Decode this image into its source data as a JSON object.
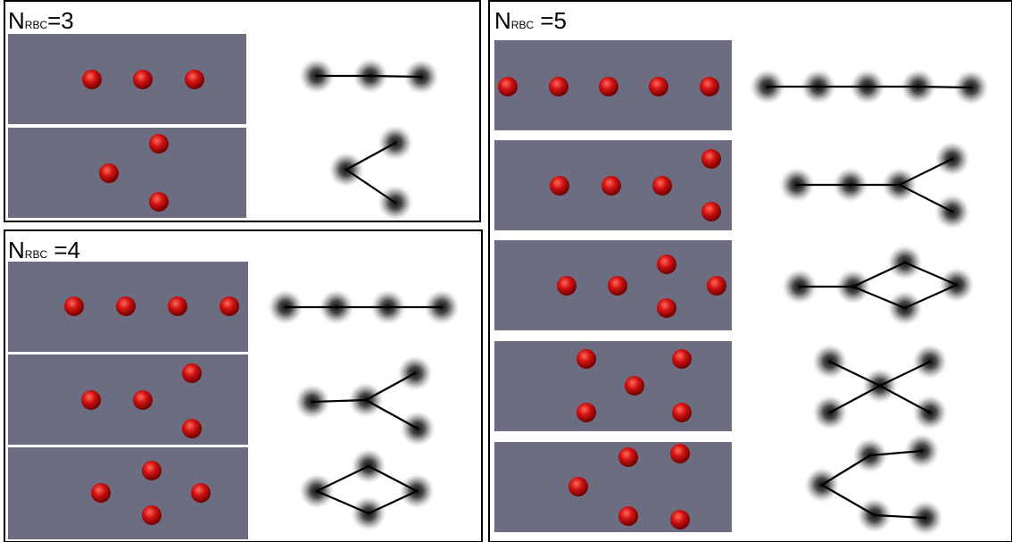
{
  "panels": [
    {
      "id": "n3",
      "label": {
        "main": "N",
        "sub": "RBC",
        "value": "=3"
      }
    },
    {
      "id": "n4",
      "label": {
        "main": "N",
        "sub": "RBC",
        "value": " =4"
      }
    },
    {
      "id": "n5",
      "label": {
        "main": "N",
        "sub": "RBC",
        "value": " =5"
      }
    }
  ],
  "colors": {
    "sim_background": "#6c6d80",
    "rbc": "#cc1111",
    "node_glow": "#111111",
    "edge": "#000000",
    "frame": "#000000"
  }
}
